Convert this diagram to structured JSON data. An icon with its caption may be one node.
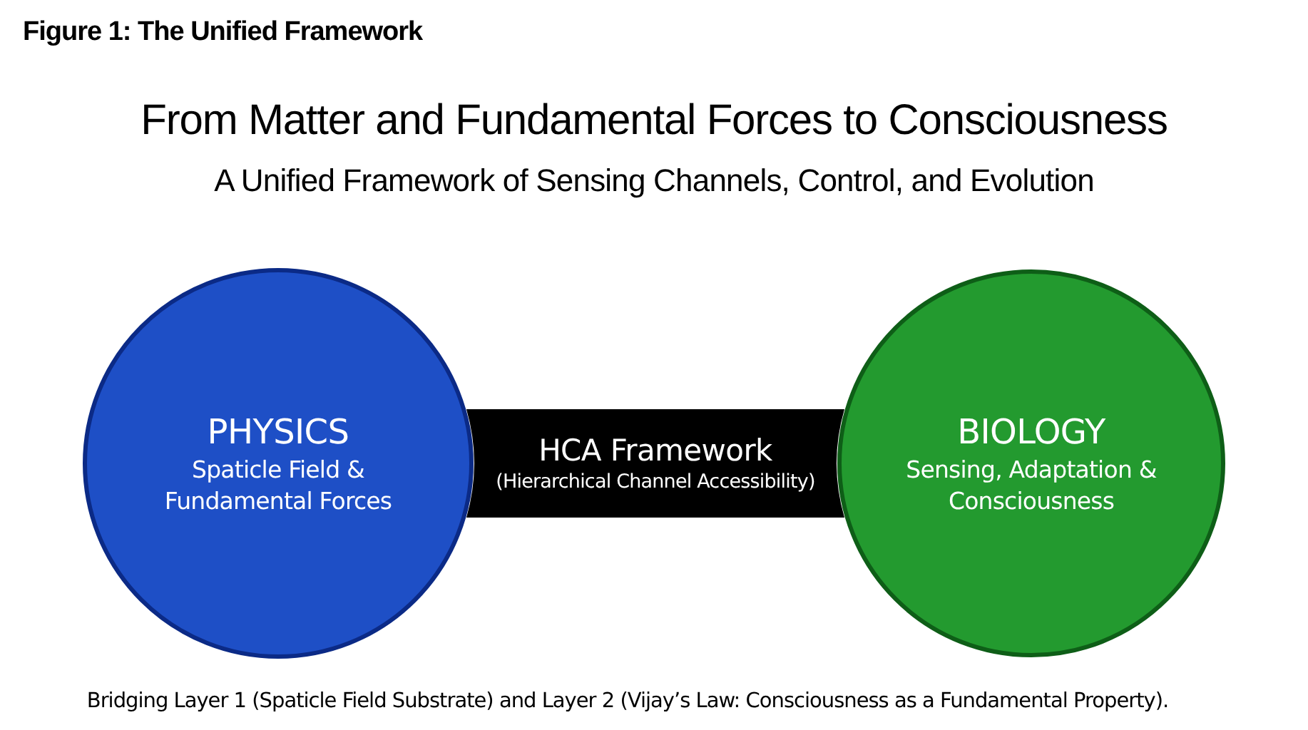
{
  "diagram": {
    "title": "From Matter and Fundamental Forces to Consciousness",
    "caption": "Bridging Layer 1 (Spaticle Field Substrate) and Layer 2 (Vijay’s Law: Consciousness as a Fundamental Property).",
    "nodes": [
      {
        "text": [
          "PHYSICS",
          "Spaticle Field & Fundamental Forces"
        ]
      },
      {
        "text": [
          "HCA Framework",
          "(Hierarchical Channel Accessibility)"
        ]
      },
      {
        "text": [
          "BIOLOGY",
          "Sensing, Adaptation & Consciousness"
        ]
      }
    ],
    "labels": [
      "Figure 1: The Unified Framework",
      "A Unified Framework of Sensing Channels, Control, and Evolution"
    ]
  }
}
